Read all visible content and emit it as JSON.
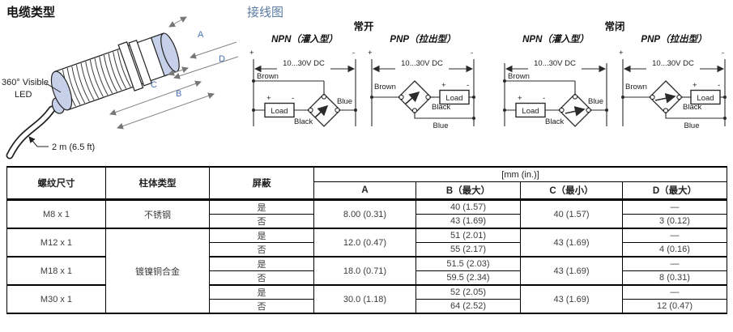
{
  "cable": {
    "title": "电缆类型",
    "led_label_line1": "360° Visible",
    "led_label_line2": "LED",
    "cable_length_label": "2 m (6.5 ft)",
    "dims": {
      "a": "A",
      "b": "B",
      "c": "C",
      "d": "D"
    }
  },
  "wiring": {
    "title": "接线图",
    "normally_open_title": "常开",
    "normally_closed_title": "常闭",
    "npn_label": "NPN（灌入型）",
    "pnp_label": "PNP（拉出型）",
    "voltage_label": "10...30V DC",
    "wire_brown": "Brown",
    "wire_blue": "Blue",
    "wire_black": "Black",
    "load_label": "Load",
    "plus": "+",
    "minus": "-"
  },
  "table": {
    "col_thread": "螺纹尺寸",
    "col_body": "柱体类型",
    "col_shield": "屏蔽",
    "units_header": "[mm (in.)]",
    "col_a": "A",
    "col_b": "B（最大）",
    "col_c": "C（最小）",
    "col_d": "D（最大）",
    "shield_yes": "是",
    "shield_no": "否",
    "body_m8": "不锈钢",
    "body_m12_m30": "镀镍铜合金",
    "rows": [
      {
        "thread": "M8 x 1",
        "a": "8.00 (0.31)",
        "b_shielded": "40 (1.57)",
        "b_unshielded": "43 (1.69)",
        "c": "40 (1.57)",
        "d_shielded": "—",
        "d_unshielded": "3 (0.12)"
      },
      {
        "thread": "M12 x 1",
        "a": "12.0 (0.47)",
        "b_shielded": "51 (2.01)",
        "b_unshielded": "55 (2.17)",
        "c": "43 (1.69)",
        "d_shielded": "—",
        "d_unshielded": "4 (0.16)"
      },
      {
        "thread": "M18 x 1",
        "a": "18.0 (0.71)",
        "b_shielded": "51.5 (2.03)",
        "b_unshielded": "59.5 (2.34)",
        "c": "43 (1.69)",
        "d_shielded": "—",
        "d_unshielded": "8 (0.31)"
      },
      {
        "thread": "M30 x 1",
        "a": "30.0 (1.18)",
        "b_shielded": "52 (2.05)",
        "b_unshielded": "64 (2.52)",
        "c": "43 (1.69)",
        "d_shielded": "—",
        "d_unshielded": "12 (0.47)"
      }
    ]
  },
  "colors": {
    "heading_blue": "#5b7ba1",
    "dim_letter_blue": "#4a6fae",
    "sensor_cap_blue": "#c6d0e9",
    "dim_line_gray": "#858585",
    "wire_line_dark": "#2b2b2b"
  }
}
